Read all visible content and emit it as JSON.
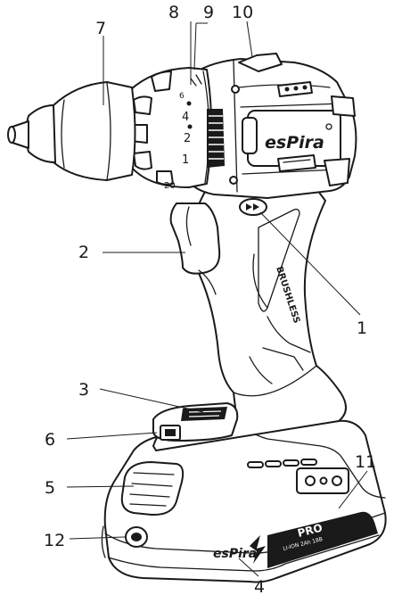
{
  "callouts": {
    "c1": "1",
    "c2": "2",
    "c3": "3",
    "c4": "4",
    "c5": "5",
    "c6": "6",
    "c7": "7",
    "c8": "8",
    "c9": "9",
    "c10": "10",
    "c11": "11",
    "c12": "12"
  },
  "product": {
    "brand_top": "esPira",
    "brand_battery": "esPira",
    "side_text": "BRUSHLESS",
    "battery_model": "PRO",
    "battery_spec": "LI-ION 2Ah 18B"
  },
  "torque_scale": {
    "n1": "1",
    "n2": "2",
    "n4": "4",
    "n6": "6",
    "n20": "20"
  }
}
